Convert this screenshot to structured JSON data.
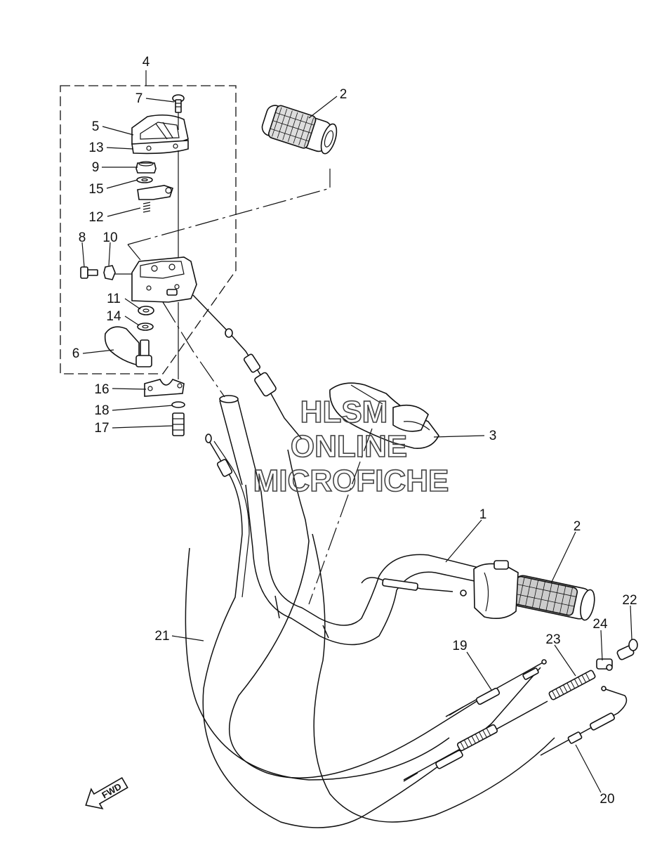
{
  "callouts": {
    "c1": "1",
    "c2a": "2",
    "c2b": "2",
    "c3": "3",
    "c4": "4",
    "c5": "5",
    "c6": "6",
    "c7": "7",
    "c8": "8",
    "c9": "9",
    "c10": "10",
    "c11": "11",
    "c12": "12",
    "c13": "13",
    "c14": "14",
    "c15": "15",
    "c16": "16",
    "c17": "17",
    "c18": "18",
    "c19": "19",
    "c20": "20",
    "c21": "21",
    "c22": "22",
    "c23": "23",
    "c24": "24"
  },
  "watermark": {
    "line1": "HLSM",
    "line2": "ONLINE",
    "line3": "MICROFICHE"
  },
  "direction_badge": {
    "label": "FWD",
    "icon": "fwd-arrow-icon"
  }
}
